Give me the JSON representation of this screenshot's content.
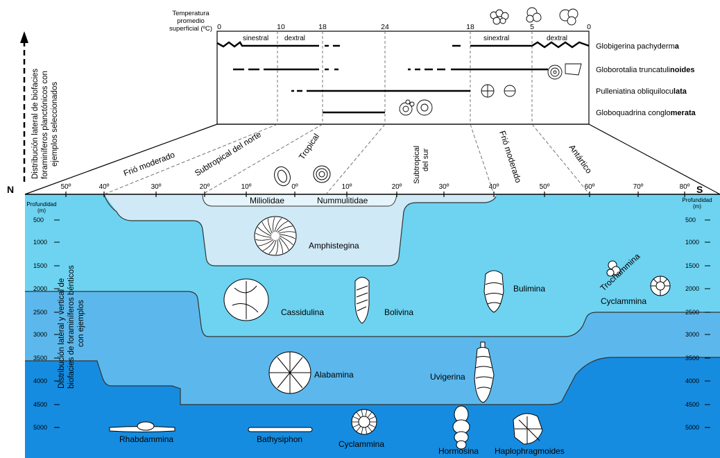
{
  "temperature": {
    "header_line1": "Temperatura",
    "header_line2": "promedio",
    "header_line3": "superficial (ºC)",
    "ticks": [
      "0",
      "10",
      "18",
      "24",
      "18",
      "5",
      "0"
    ]
  },
  "coiling": {
    "left_sinistral": "sinestral",
    "left_dextral": "dextral",
    "right_sinistral": "sinextral",
    "right_dextral": "dextral"
  },
  "planktonic_species": [
    {
      "prefix": "Globigerina pachyderm",
      "suffix": "a"
    },
    {
      "prefix": "Globorotalia truncatuli",
      "suffix": "noides"
    },
    {
      "prefix": "Pulleniatina obliquilocu",
      "suffix": "lata"
    },
    {
      "prefix": "Globoquadrina conglo",
      "suffix": "merata"
    }
  ],
  "climate_zones": [
    "Frió moderado",
    "Subtropical del norte",
    "Tropical",
    "Subtropical",
    "del sur",
    "Frió moderado",
    "Antártico"
  ],
  "latitude": {
    "north": "N",
    "south": "S",
    "ticks": [
      "50º",
      "40º",
      "30º",
      "20º",
      "10º",
      "0º",
      "10º",
      "20º",
      "30º",
      "40º",
      "50º",
      "60º",
      "70º",
      "80º"
    ]
  },
  "vertical_labels": {
    "planktonic": [
      "Distribución lateral de biofacies",
      "foraminíferos planctónicos con",
      "ejemplos seleccionados"
    ],
    "benthic": [
      "Distribución lateral y vertical de",
      "biofacies de foraminíferos bénticos",
      "con ejemplos"
    ]
  },
  "depth": {
    "header": [
      "Profundidad",
      "(m)"
    ],
    "left_ticks": [
      "500",
      "1000",
      "1500",
      "2000",
      "2500",
      "3000",
      "3500",
      "4000",
      "4500",
      "5000"
    ],
    "right_ticks": [
      "500",
      "1000",
      "1500",
      "2000",
      "2500",
      "3000",
      "3500",
      "4000",
      "4500",
      "5000"
    ]
  },
  "benthic_taxa": {
    "miliolidae": "Miliolidae",
    "nummulitidae": "Nummulitidae",
    "amphistegina": "Amphistegina",
    "cassidulina": "Cassidulina",
    "bolivina": "Bolivina",
    "bulimina": "Bulimina",
    "trochammina": "Trochammina",
    "cyclammina_shelf": "Cyclammina",
    "alabamina": "Alabamina",
    "uvigerina": "Uvigerina",
    "rhabdammina": "Rhabdammina",
    "bathysiphon": "Bathysiphon",
    "cyclammina_deep": "Cyclammina",
    "hormosina": "Hormosina",
    "haplophragmoides": "Haplophragmoides"
  },
  "colors": {
    "zone1": "#cfe9f6",
    "zone2": "#6dd3f1",
    "zone3": "#5cb8ec",
    "zone4": "#3aa4e8",
    "zone5": "#168ce0"
  }
}
